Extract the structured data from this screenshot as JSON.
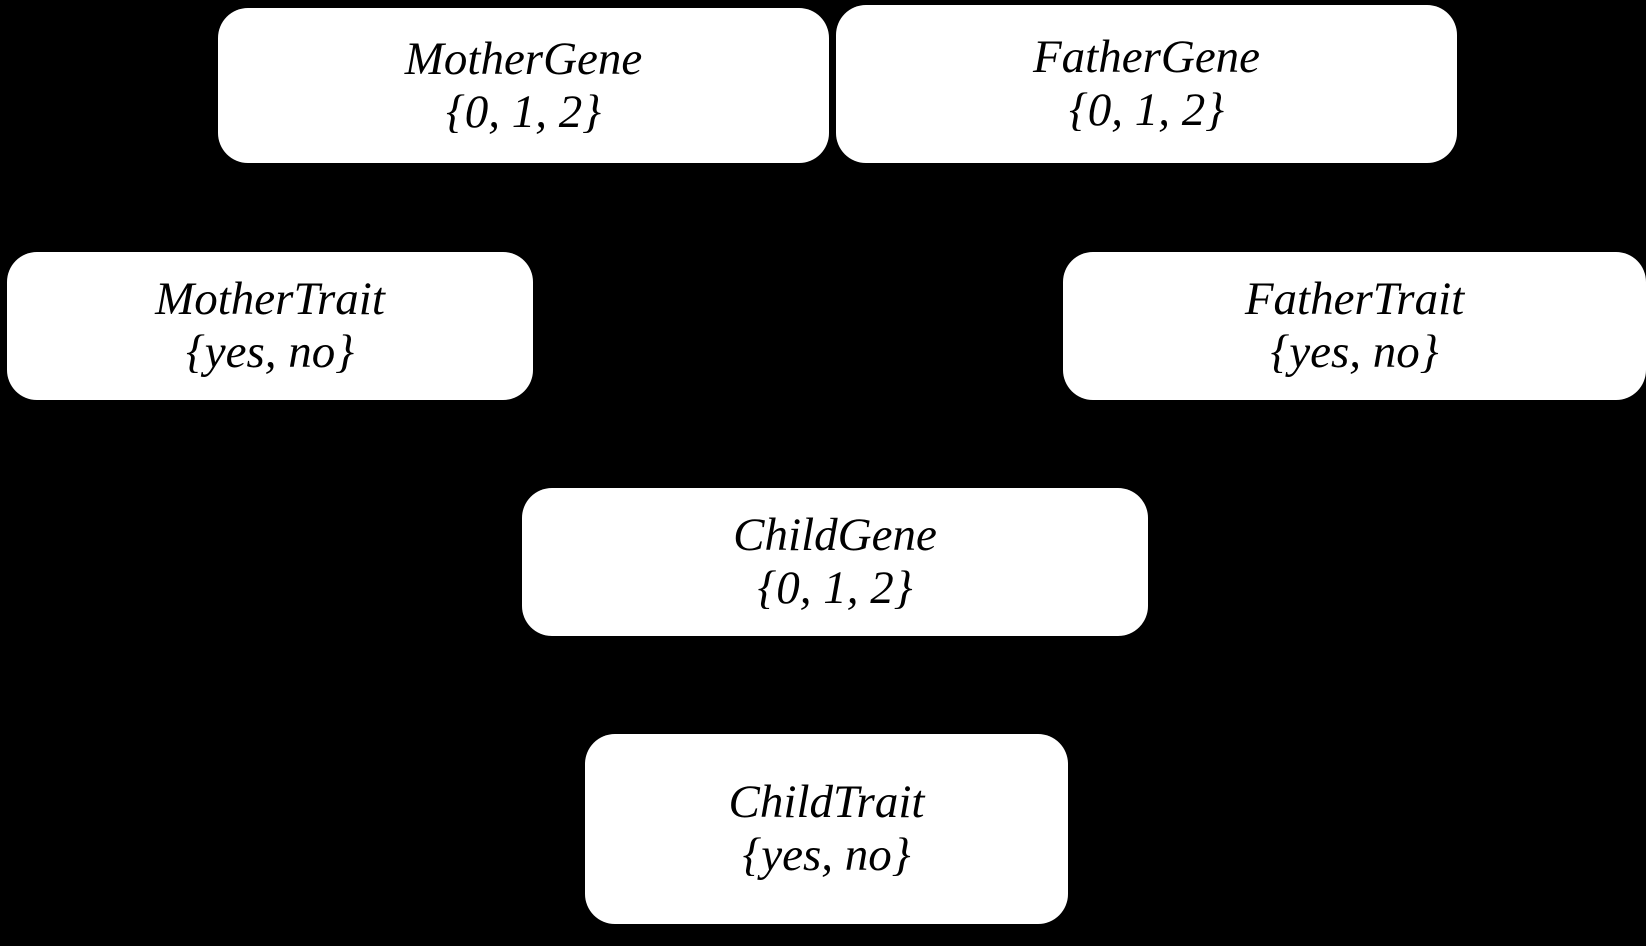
{
  "diagram": {
    "type": "bayesian-network",
    "background_color": "#000000",
    "node_fill_color": "#ffffff",
    "node_text_color": "#000000",
    "nodes": [
      {
        "id": "mother-gene",
        "title": "MotherGene",
        "domain": "{0, 1, 2}"
      },
      {
        "id": "father-gene",
        "title": "FatherGene",
        "domain": "{0, 1, 2}"
      },
      {
        "id": "mother-trait",
        "title": "MotherTrait",
        "domain": "{yes, no}"
      },
      {
        "id": "father-trait",
        "title": "FatherTrait",
        "domain": "{yes, no}"
      },
      {
        "id": "child-gene",
        "title": "ChildGene",
        "domain": "{0, 1, 2}"
      },
      {
        "id": "child-trait",
        "title": "ChildTrait",
        "domain": "{yes, no}"
      }
    ]
  }
}
